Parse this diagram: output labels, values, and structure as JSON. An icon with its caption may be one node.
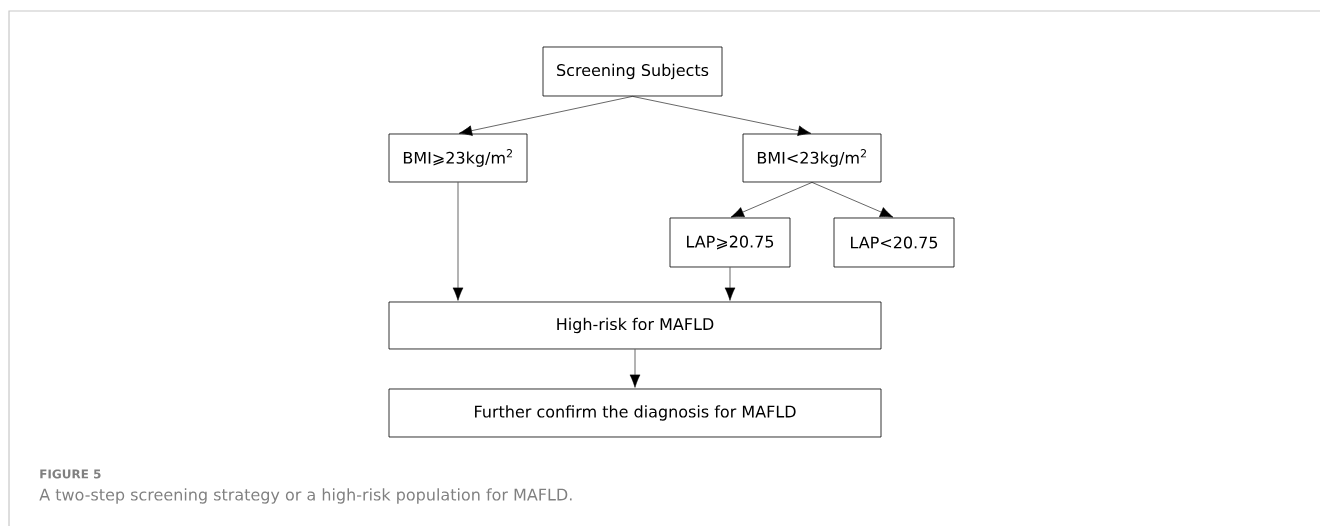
{
  "diagram": {
    "caption": "A two-step screening strategy or a high-risk population for MAFLD.",
    "nodes": [
      {
        "text": [
          "Screening Subjects"
        ]
      },
      {
        "text": [
          "BMI⩾23kg/m$^{2}$"
        ]
      },
      {
        "text": [
          "BMI<23kg/m$^{2}$"
        ]
      },
      {
        "text": [
          "LAP⩾20.75"
        ]
      },
      {
        "text": [
          "LAP<20.75"
        ]
      },
      {
        "text": [
          "High-risk for MAFLD"
        ]
      },
      {
        "text": [
          "Further confirm the diagnosis for MAFLD"
        ]
      }
    ],
    "edges": [
      {
        "from": 0,
        "to": 1,
        "arrow": "to"
      },
      {
        "from": 0,
        "to": 2,
        "arrow": "to"
      },
      {
        "from": 2,
        "to": 3,
        "arrow": "to"
      },
      {
        "from": 2,
        "to": 4,
        "arrow": "to"
      },
      {
        "from": 1,
        "to": 5,
        "arrow": "to"
      },
      {
        "from": 3,
        "to": 5,
        "arrow": "to"
      },
      {
        "from": 5,
        "to": 6,
        "arrow": "to"
      }
    ],
    "labels": [
      "FIGURE 5"
    ]
  }
}
